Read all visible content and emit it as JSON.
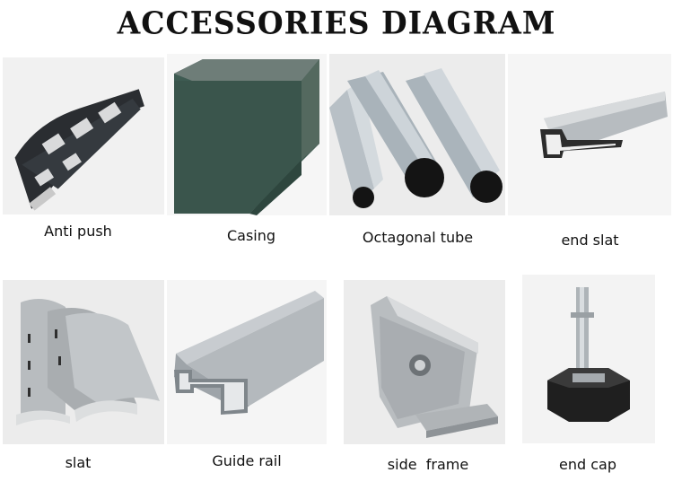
{
  "title": "ACCESSORIES DIAGRAM",
  "items": [
    {
      "label": "Anti push"
    },
    {
      "label": "Casing"
    },
    {
      "label": "Octagonal tube"
    },
    {
      "label": "end slat"
    },
    {
      "label": "slat"
    },
    {
      "label": "Guide rail"
    },
    {
      "label": "side  frame"
    },
    {
      "label": "end cap"
    }
  ]
}
